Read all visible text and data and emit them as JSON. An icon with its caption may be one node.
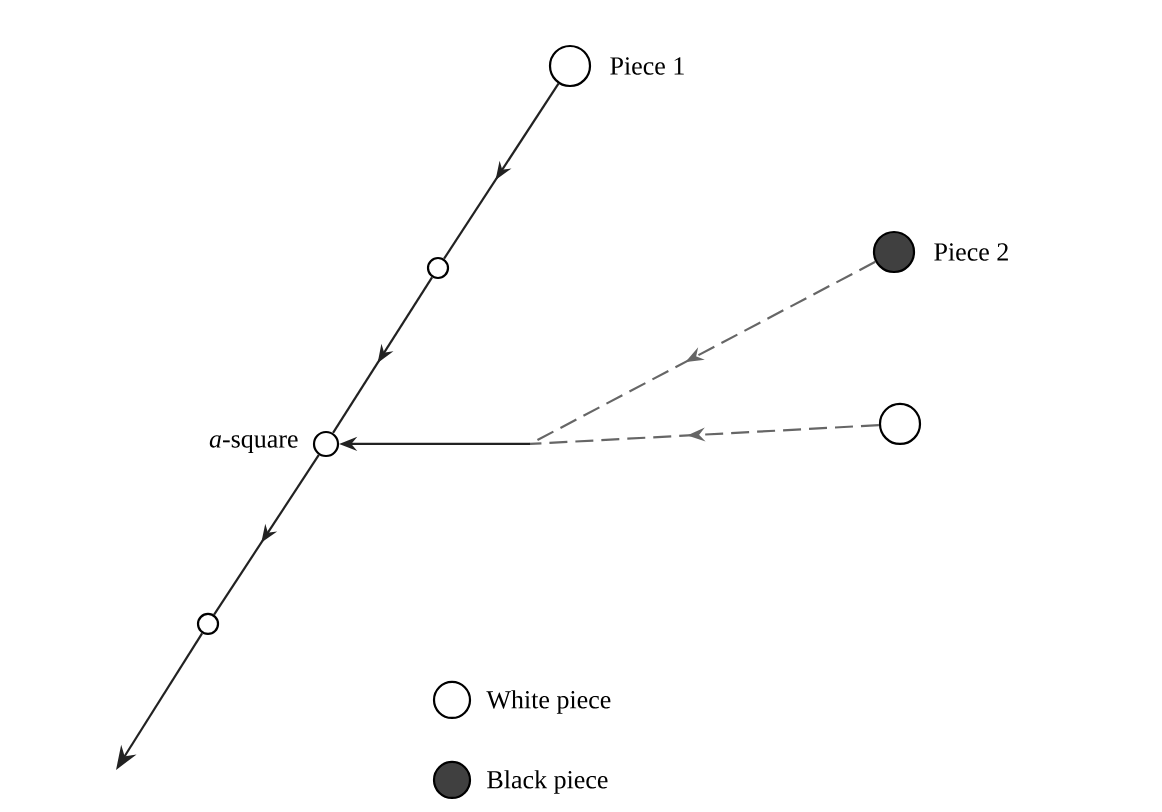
{
  "diagram": {
    "nodes": [
      {
        "text": [],
        "shape": "circle",
        "beside": [
          "Piece 1"
        ]
      },
      {
        "text": [],
        "shape": "circle"
      },
      {
        "text": [],
        "shape": "circle",
        "beside": [
          "*a*-square"
        ]
      },
      {
        "text": [],
        "shape": "circle"
      },
      {
        "text": [],
        "shape": "circle",
        "beside": [
          "Piece 2"
        ]
      },
      {
        "text": [],
        "shape": "circle"
      }
    ],
    "edges": [
      {
        "from": 0,
        "to": 1,
        "arrow": "to"
      },
      {
        "from": 1,
        "to": 2,
        "arrow": "to"
      },
      {
        "from": 2,
        "to": 3,
        "arrow": "to"
      },
      {
        "from": 3,
        "to": null,
        "arrow": "to"
      },
      {
        "from": 4,
        "to": 2,
        "arrow": "to",
        "style": "dashed",
        "color": "#666666"
      },
      {
        "from": 5,
        "to": 2,
        "arrow": "to",
        "style": "dashed",
        "color": "#666666"
      }
    ],
    "legend": [
      {
        "text": "White piece"
      },
      {
        "text": "Black piece"
      }
    ]
  }
}
